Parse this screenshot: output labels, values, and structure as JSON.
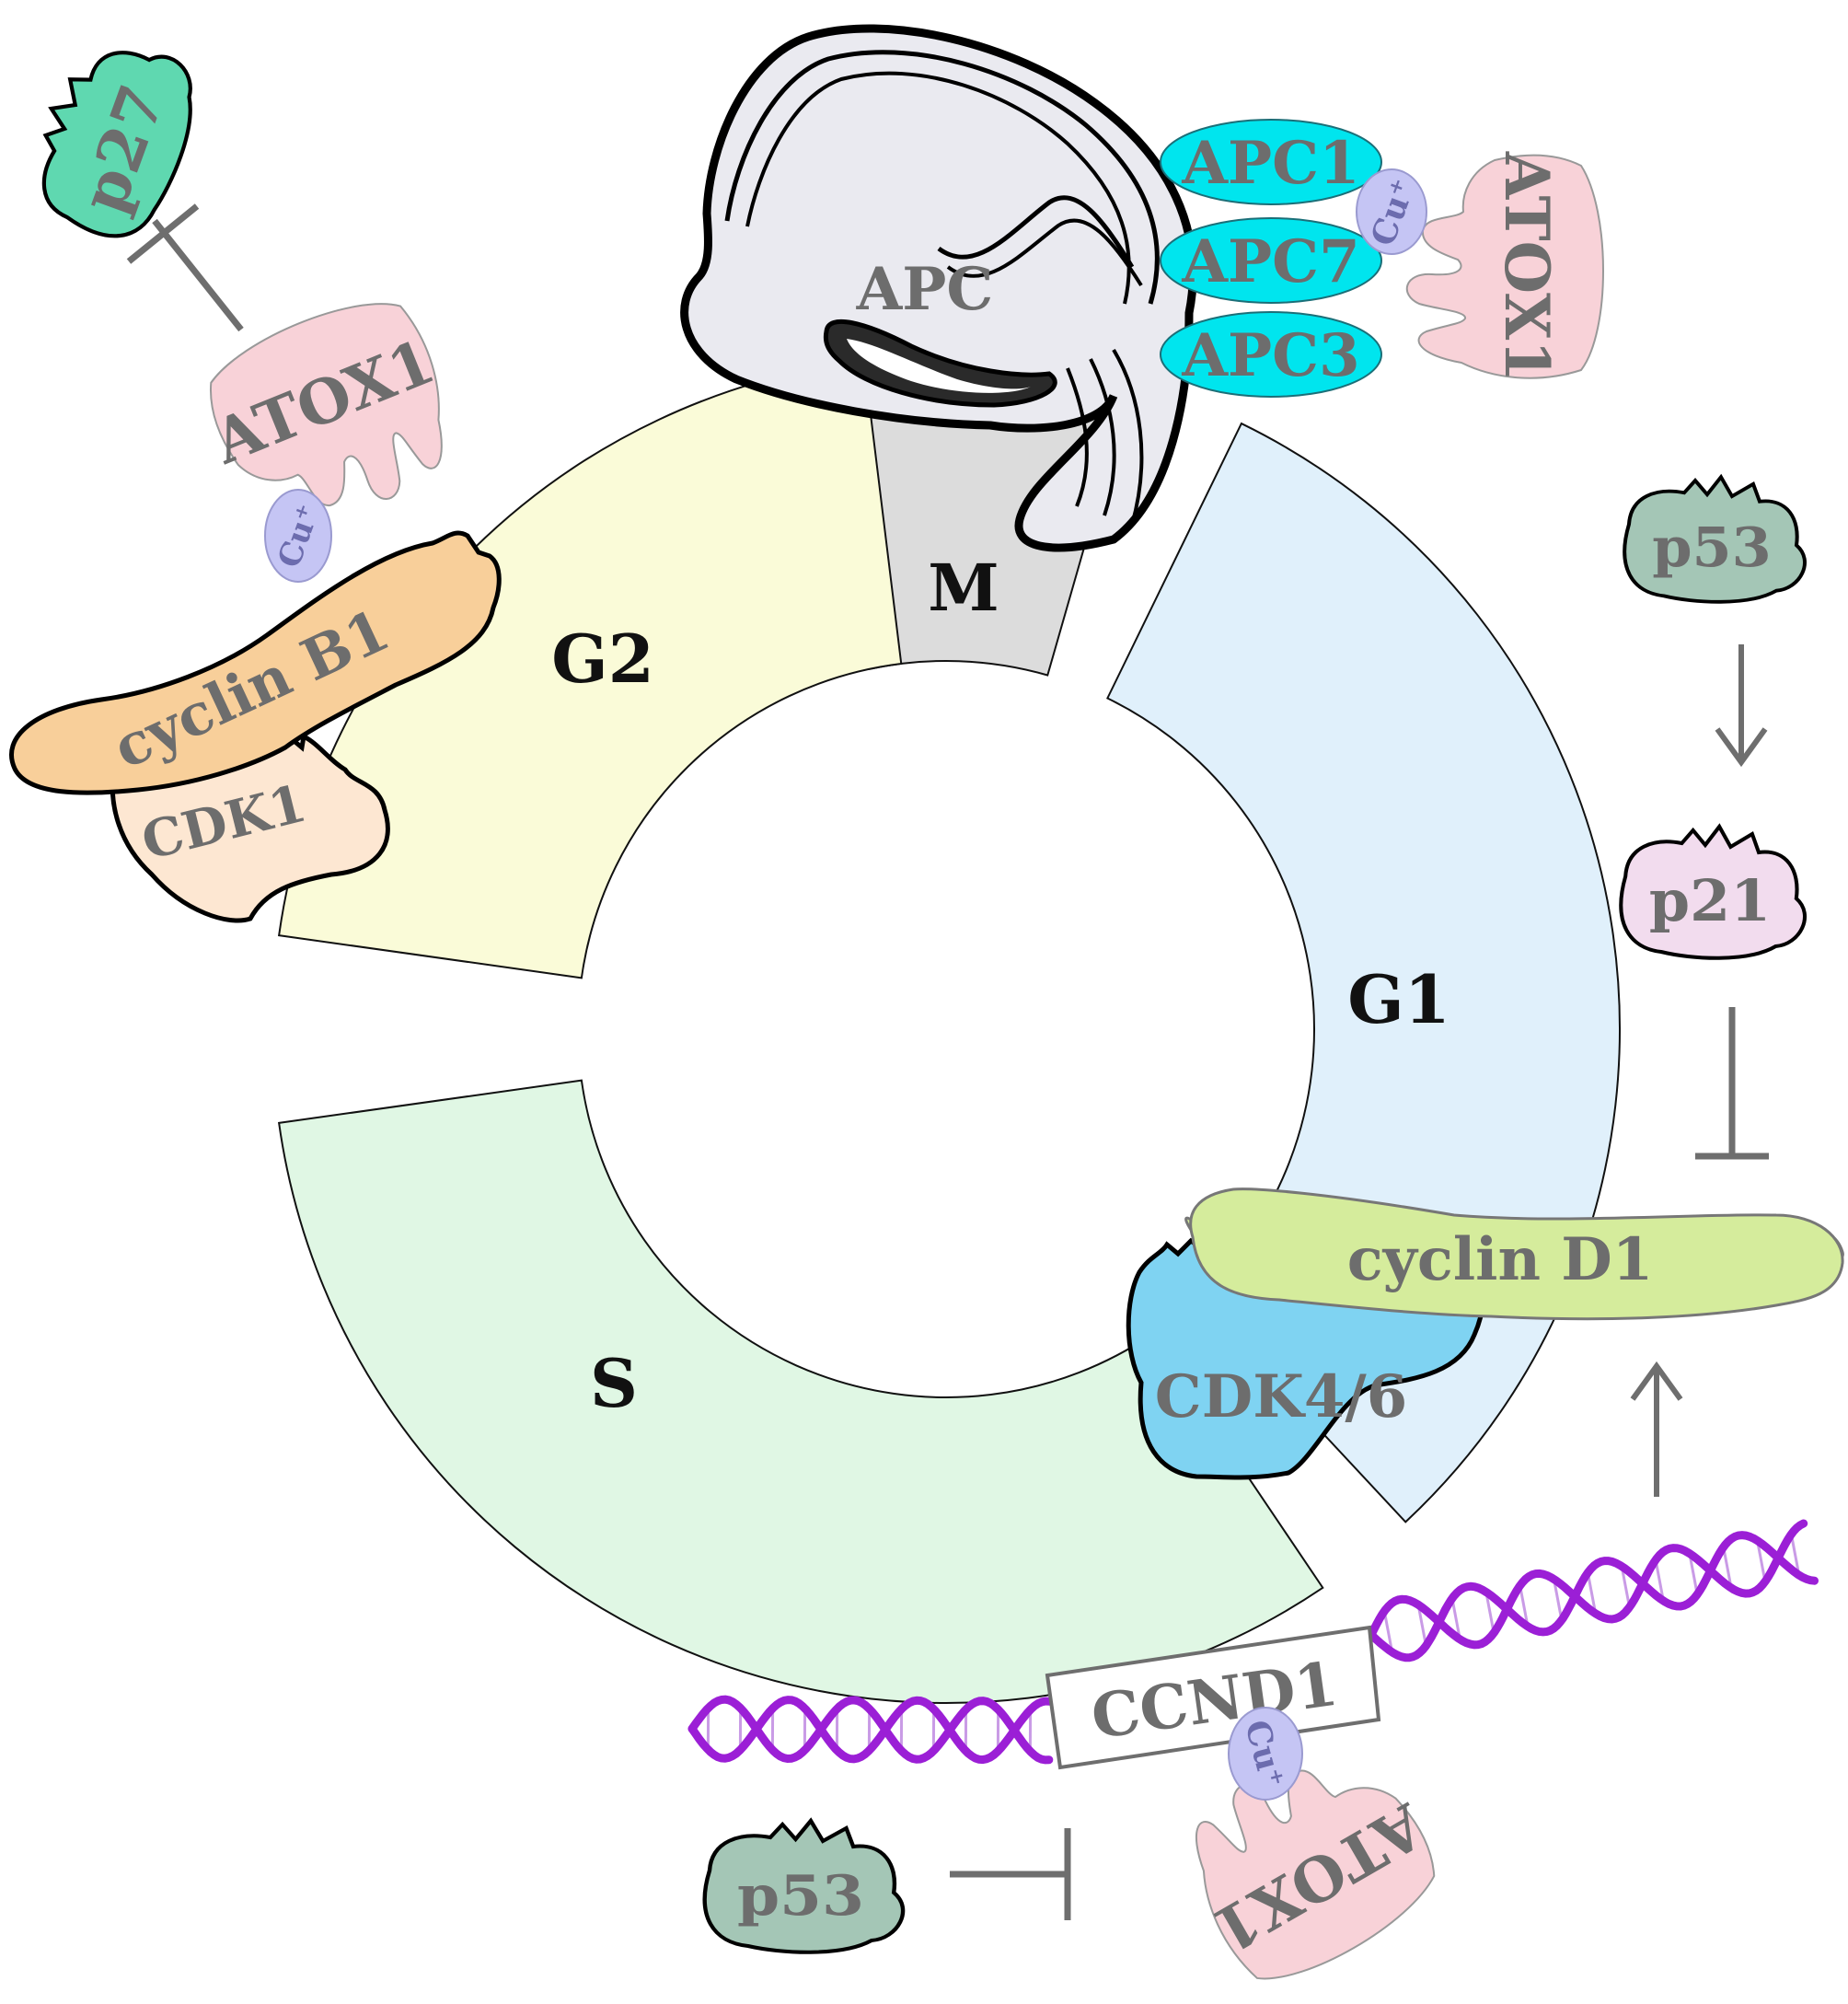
{
  "phases": {
    "m": {
      "label": "M",
      "color": "#dcdcdc"
    },
    "g1": {
      "label": "G1",
      "color": "#e0f0fb"
    },
    "s": {
      "label": "S",
      "color": "#e0f7e4"
    },
    "g2": {
      "label": "G2",
      "color": "#fafbd8"
    }
  },
  "apc": {
    "label": "APC",
    "subunits": [
      "APC1",
      "APC7",
      "APC3"
    ],
    "subunit_color": "#00e5ee"
  },
  "proteins": {
    "atox1": "ATOX1",
    "cu": "Cu⁺",
    "p27": "p27",
    "cyclin_b1": "cyclin B1",
    "cdk1": "CDK1",
    "p53": "p53",
    "p21": "p21",
    "cyclin_d1": "cyclin D1",
    "cdk46": "CDK4/6"
  },
  "gene": {
    "label": "CCND1",
    "dna_color": "#9b1fd6"
  },
  "colors": {
    "atox1": "#f8d2d8",
    "cu": "#c5c5f4",
    "p27": "#5fd8b0",
    "cyclin_b1": "#f8cf9a",
    "cdk1": "#fde7d2",
    "p53": "#a4c6b6",
    "p21": "#f2dcee",
    "cyclin_d1": "#d5ec9c",
    "cdk46": "#7fd3f2",
    "arrow": "#6e6e6e"
  }
}
